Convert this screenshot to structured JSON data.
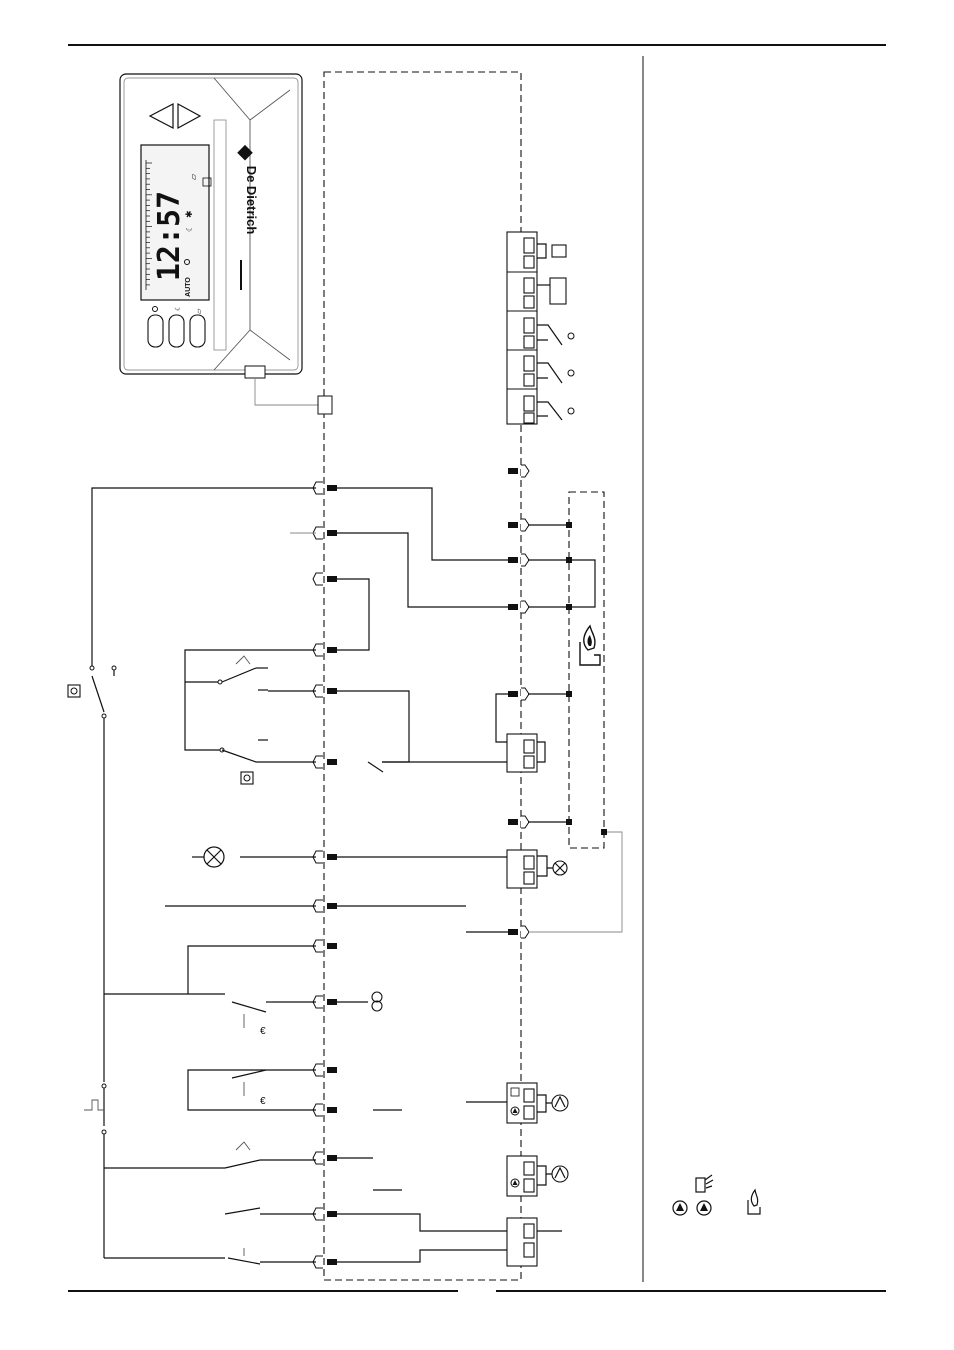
{
  "thermostat": {
    "brand": "De Dietrich",
    "clock": "12:57",
    "mode": "AUTO"
  }
}
